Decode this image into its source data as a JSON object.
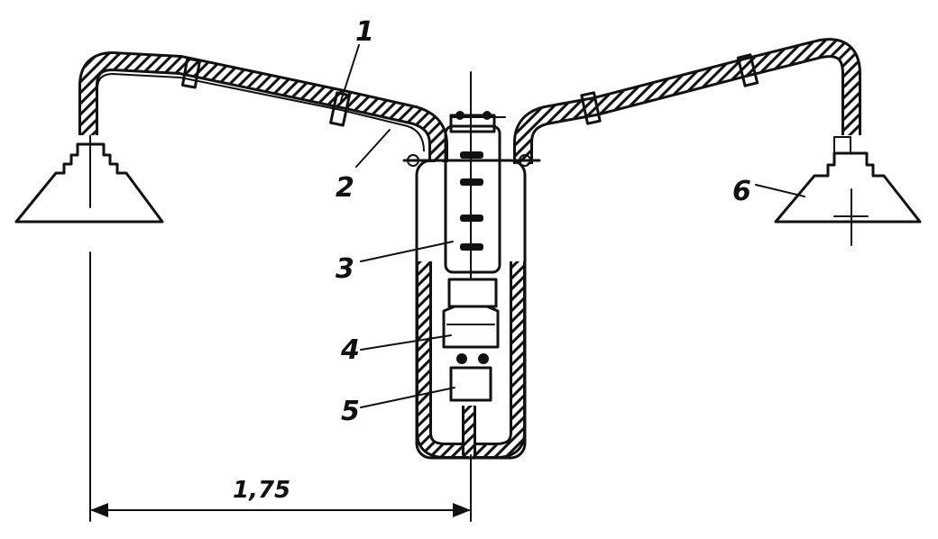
{
  "diagram": {
    "callouts": [
      {
        "id": "1",
        "text": "1"
      },
      {
        "id": "2",
        "text": "2"
      },
      {
        "id": "3",
        "text": "3"
      },
      {
        "id": "4",
        "text": "4"
      },
      {
        "id": "5",
        "text": "5"
      },
      {
        "id": "6",
        "text": "6"
      }
    ],
    "dimension": {
      "text": "1,75"
    }
  }
}
